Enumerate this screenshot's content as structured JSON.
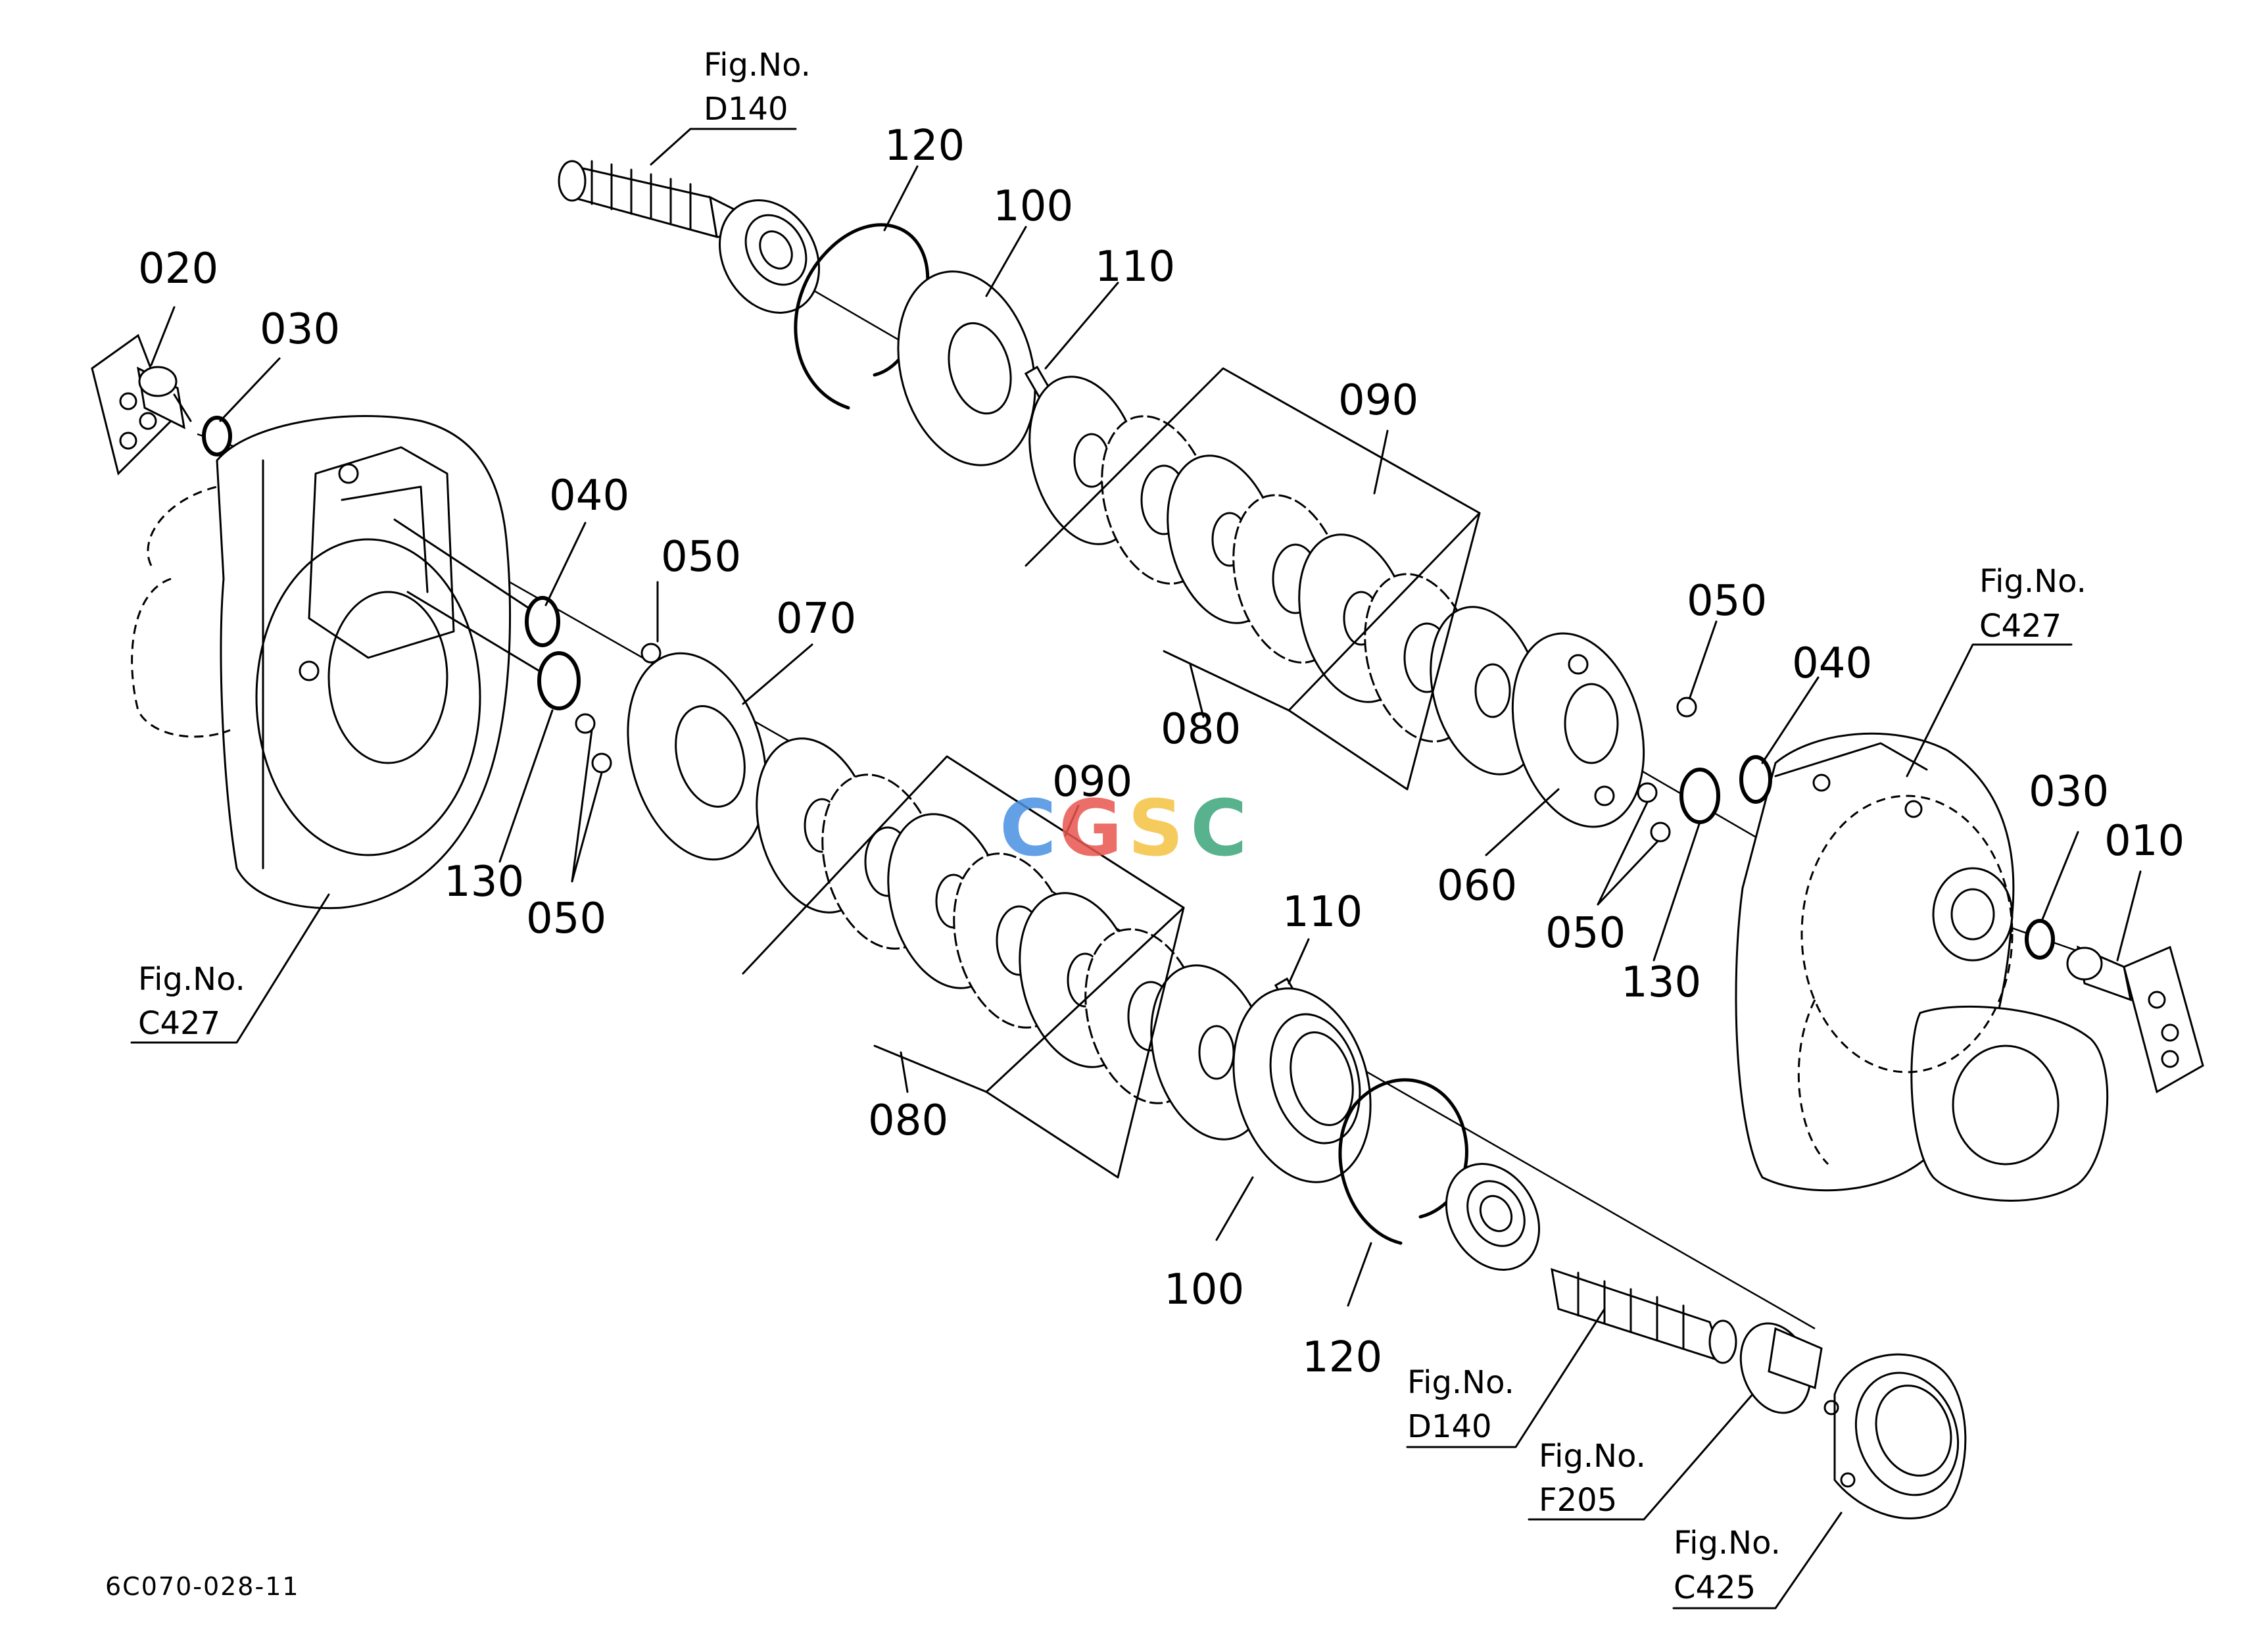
{
  "watermark": {
    "letters": [
      {
        "char": "C",
        "color": "#4a90e2"
      },
      {
        "char": "G",
        "color": "#e8554e"
      },
      {
        "char": "S",
        "color": "#f5c342"
      },
      {
        "char": "C",
        "color": "#3aa57a"
      }
    ]
  },
  "part_numbers": {
    "p010": "010",
    "p020": "020",
    "p030_left": "030",
    "p030_right": "030",
    "p040_left": "040",
    "p040_right": "040",
    "p050_top_left": "050",
    "p050_bottom_left": "050",
    "p050_top_right": "050",
    "p050_bottom_right": "050",
    "p060": "060",
    "p070": "070",
    "p080_upper": "080",
    "p080_lower": "080",
    "p090_upper": "090",
    "p090_lower": "090",
    "p100_upper": "100",
    "p100_lower": "100",
    "p110_upper": "110",
    "p110_lower": "110",
    "p120_upper": "120",
    "p120_lower": "120",
    "p130_left": "130",
    "p130_right": "130"
  },
  "figure_refs": {
    "top_shaft": {
      "label": "Fig.No.",
      "code": "D140"
    },
    "left_case": {
      "label": "Fig.No.",
      "code": "C427"
    },
    "right_case": {
      "label": "Fig.No.",
      "code": "C427"
    },
    "bottom_shaft": {
      "label": "Fig.No.",
      "code": "D140"
    },
    "coupling": {
      "label": "Fig.No.",
      "code": "F205"
    },
    "bearing_housing": {
      "label": "Fig.No.",
      "code": "C425"
    }
  },
  "drawing_code": "6C070-028-11"
}
